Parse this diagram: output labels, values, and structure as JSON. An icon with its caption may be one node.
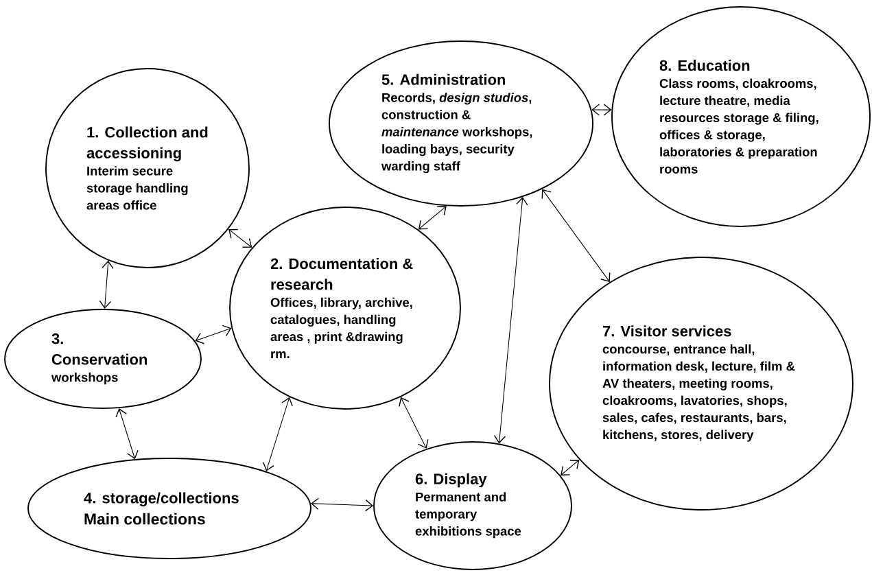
{
  "diagram": {
    "nodes": [
      {
        "text": [
          "1. Collection and accessioning",
          "Interim secure storage handling areas office"
        ]
      },
      {
        "text": [
          "2. Documentation & research",
          "Offices, library, archive, catalogues, handling areas , print &drawing rm."
        ]
      },
      {
        "text": [
          "3. Conservation",
          "workshops"
        ]
      },
      {
        "text": [
          "4. storage/collections",
          "Main collections"
        ]
      },
      {
        "text": [
          "5. Administration",
          "Records, *design studios*, construction & *maintenance* workshops, loading bays, security warding staff"
        ]
      },
      {
        "text": [
          "6. Display",
          "Permanent and temporary exhibitions space"
        ]
      },
      {
        "text": [
          "7. Visitor services",
          "concourse, entrance hall, information desk, lecture, film & AV theaters, meeting rooms, cloakrooms, lavatories, shops, sales, cafes, restaurants, bars, kitchens, stores, delivery"
        ]
      },
      {
        "text": [
          "8. Education",
          "Class rooms, cloakrooms, lecture theatre, media resources storage & filing, offices & storage, laboratories & preparation rooms"
        ]
      }
    ],
    "edges": [
      {
        "from": 0,
        "to": 1,
        "arrow": "both"
      },
      {
        "from": 0,
        "to": 2,
        "arrow": "both"
      },
      {
        "from": 2,
        "to": 1,
        "arrow": "both"
      },
      {
        "from": 2,
        "to": 3,
        "arrow": "both"
      },
      {
        "from": 1,
        "to": 3,
        "arrow": "both"
      },
      {
        "from": 1,
        "to": 4,
        "arrow": "both"
      },
      {
        "from": 1,
        "to": 5,
        "arrow": "both"
      },
      {
        "from": 3,
        "to": 5,
        "arrow": "both"
      },
      {
        "from": 5,
        "to": 4,
        "arrow": "both"
      },
      {
        "from": 4,
        "to": 7,
        "arrow": "both"
      },
      {
        "from": 4,
        "to": 6,
        "arrow": "both"
      },
      {
        "from": 5,
        "to": 6,
        "arrow": "both"
      }
    ]
  }
}
